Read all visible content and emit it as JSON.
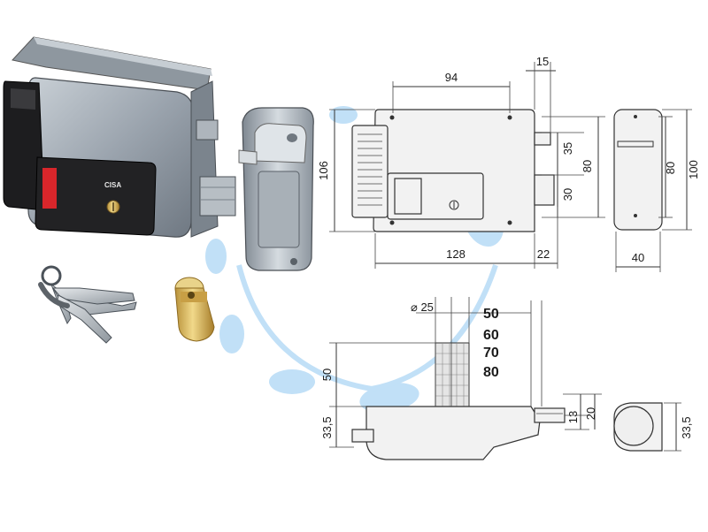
{
  "brand_label": "CISA",
  "front_view": {
    "dims": {
      "top_width": "94",
      "bolt_offset": "15",
      "height": "106",
      "upper_bolt": "35",
      "lower_bolt": "30",
      "bolt_span": "80",
      "bottom_width": "128",
      "bolt_proj": "22"
    }
  },
  "side_view": {
    "dims": {
      "height": "100",
      "bolt_span": "80",
      "depth": "40"
    }
  },
  "bottom_view": {
    "dims": {
      "cyl_diameter": "⌀ 25",
      "cyl_height": "50",
      "base_height": "33,5",
      "bolt_thickness": "13",
      "bolt_height": "20",
      "right_height": "33,5"
    },
    "cylinder_lengths": [
      "50",
      "60",
      "70",
      "80"
    ]
  },
  "colors": {
    "watermark": "#4da6e8",
    "lock_body": "#9aa3ad",
    "button_red": "#d8262b",
    "cylinder_brass": "#d6b24a"
  }
}
